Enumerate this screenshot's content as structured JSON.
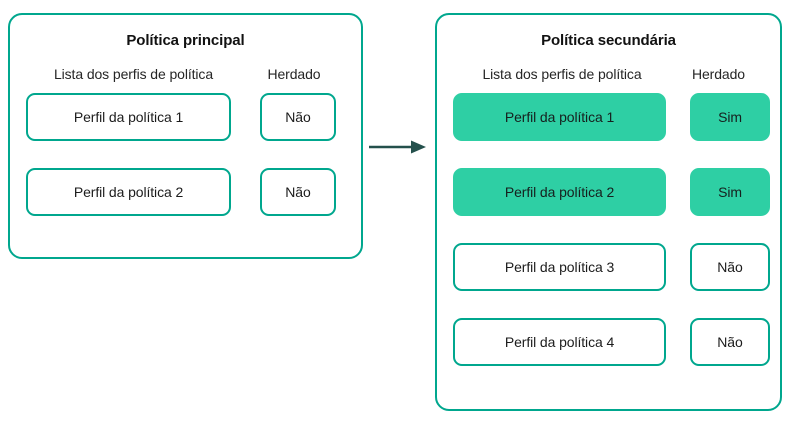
{
  "theme": {
    "outline_color": "#00a78e",
    "fill_color": "#2ecfa4",
    "arrow_color": "#24504c",
    "text_color": "#1c1c1c",
    "background": "#ffffff"
  },
  "panels": {
    "primary": {
      "title": "Política principal",
      "headers": {
        "profiles": "Lista dos perfis de política",
        "inherited": "Herdado"
      },
      "rows": [
        {
          "profile": "Perfil da política 1",
          "inherited": "Não",
          "highlighted": false
        },
        {
          "profile": "Perfil da política 2",
          "inherited": "Não",
          "highlighted": false
        }
      ]
    },
    "secondary": {
      "title": "Política secundária",
      "headers": {
        "profiles": "Lista dos perfis de política",
        "inherited": "Herdado"
      },
      "rows": [
        {
          "profile": "Perfil da política 1",
          "inherited": "Sim",
          "highlighted": true
        },
        {
          "profile": "Perfil da política 2",
          "inherited": "Sim",
          "highlighted": true
        },
        {
          "profile": "Perfil da política 3",
          "inherited": "Não",
          "highlighted": false
        },
        {
          "profile": "Perfil da política 4",
          "inherited": "Não",
          "highlighted": false
        }
      ]
    }
  },
  "connector": {
    "icon": "arrow-right-icon",
    "direction": "right",
    "from": "primary",
    "to": "secondary"
  }
}
